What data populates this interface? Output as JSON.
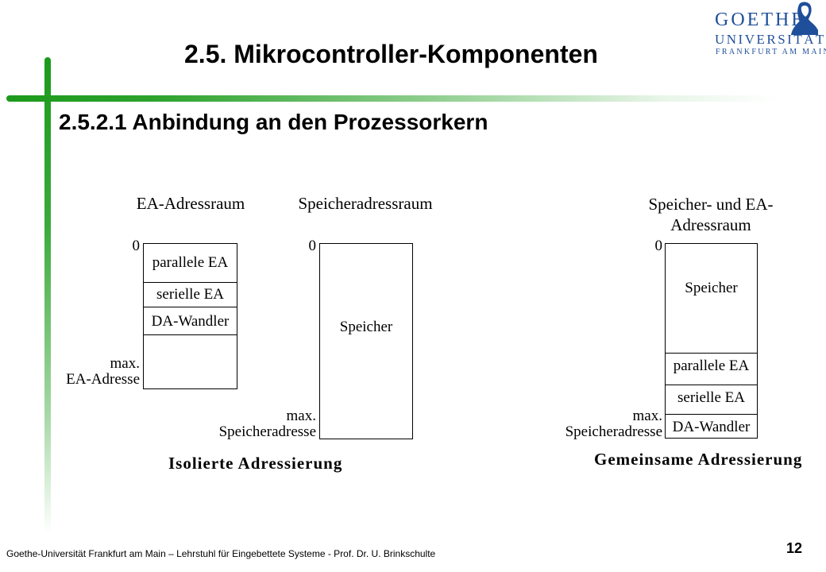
{
  "logo": {
    "line1": "GOETHE",
    "line2": "UNIVERSITÄT",
    "line3": "FRANKFURT AM MAIN",
    "color": "#1f4f9a"
  },
  "header": {
    "title": "2.5. Mikrocontroller-Komponenten",
    "subtitle": "2.5.2.1 Anbindung an den Prozessorkern"
  },
  "accent_color": "#1c9a1c",
  "isolated": {
    "ea_space": {
      "title": "EA-Adressraum",
      "zero": "0",
      "max_line1": "max.",
      "max_line2": "EA-Adresse",
      "cells": [
        "parallele EA",
        "serielle EA",
        "DA-Wandler"
      ]
    },
    "mem_space": {
      "title": "Speicheradressraum",
      "zero": "0",
      "content": "Speicher",
      "max_line1": "max.",
      "max_line2": "Speicheradresse"
    },
    "caption": "Isolierte Adressierung"
  },
  "common": {
    "title_line1": "Speicher- und EA-",
    "title_line2": "Adressraum",
    "zero": "0",
    "top_content": "Speicher",
    "cells": [
      "parallele EA",
      "serielle EA",
      "DA-Wandler"
    ],
    "max_line1": "max.",
    "max_line2": "Speicheradresse",
    "caption": "Gemeinsame Adressierung"
  },
  "footer": {
    "text": "Goethe-Universität Frankfurt am Main – Lehrstuhl für Eingebettete Systeme - Prof. Dr. U. Brinkschulte",
    "page": "12"
  }
}
